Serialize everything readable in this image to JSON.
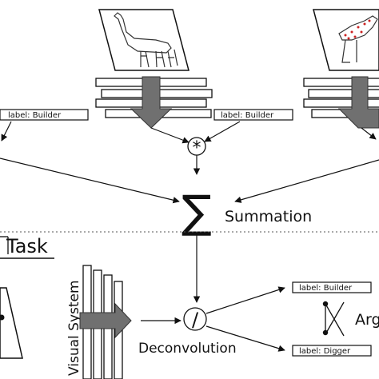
{
  "labels": {
    "builder_left": "label: Builder",
    "builder_right": "label: Builder",
    "builder_bottom": "label: Builder",
    "digger_bottom": "label: Digger"
  },
  "operators": {
    "multiply": "*",
    "sum": "∑",
    "divide": "/"
  },
  "text": {
    "summation": "Summation",
    "task": "Task",
    "visual_system": "Visual System",
    "deconvolution": "Deconvolution",
    "arg_partial": "Arg"
  },
  "colors": {
    "arrow_fill": "#707070",
    "line": "#111111",
    "right_animal_dots": "#cc2222"
  }
}
